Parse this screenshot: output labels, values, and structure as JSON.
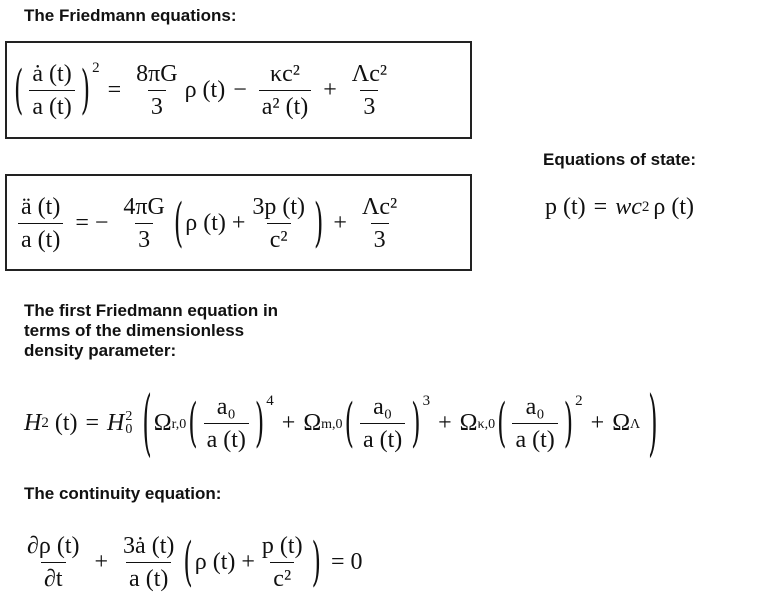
{
  "sections": {
    "friedmann_title": "The Friedmann equations:",
    "eos_title": "Equations of state:",
    "dimensionless_title_lines": [
      "The first Friedmann equation in",
      "terms of the dimensionless",
      "density parameter:"
    ],
    "continuity_title": "The continuity equation:"
  },
  "equations": {
    "friedmann1": {
      "lhs_num": "ȧ (t)",
      "lhs_den": "a (t)",
      "lhs_exp": "2",
      "eq": "=",
      "t1_num": "8πG",
      "t1_den": "3",
      "t1_after": "ρ (t)",
      "minus": "−",
      "t2_num": "κc²",
      "t2_den": "a² (t)",
      "plus": "+",
      "t3_num": "Λc²",
      "t3_den": "3"
    },
    "friedmann2": {
      "lhs_num": "ä (t)",
      "lhs_den": "a (t)",
      "eq": "= −",
      "t1_num": "4πG",
      "t1_den": "3",
      "inner_rho": "ρ (t) +",
      "inner_num": "3p (t)",
      "inner_den": "c²",
      "plus": "+",
      "t3_num": "Λc²",
      "t3_den": "3"
    },
    "state": {
      "lhs": "p (t)",
      "eq": "=",
      "rhs_pre": "wc",
      "rhs_exp": "2",
      "rhs_post": "ρ (t)"
    },
    "hubble": {
      "lhs": "H",
      "lhs_exp": "2",
      "lhs_arg": "(t)",
      "eq": "=",
      "h0": "H",
      "h0_exp": "2",
      "h0_sub": "0",
      "omega": "Ω",
      "terms": [
        {
          "sub": "r,0",
          "num": "a₀",
          "den": "a (t)",
          "exp": "4"
        },
        {
          "sub": "m,0",
          "num": "a₀",
          "den": "a (t)",
          "exp": "3"
        },
        {
          "sub": "κ,0",
          "num": "a₀",
          "den": "a (t)",
          "exp": "2"
        }
      ],
      "lambda_sub": "Λ",
      "plus": "+"
    },
    "continuity": {
      "t1_num": "∂ρ (t)",
      "t1_den": "∂t",
      "plus": "+",
      "t2_num": "3ȧ (t)",
      "t2_den": "a (t)",
      "inner_rho": "ρ (t) +",
      "inner_num": "p (t)",
      "inner_den": "c²",
      "eq": "= 0"
    }
  }
}
